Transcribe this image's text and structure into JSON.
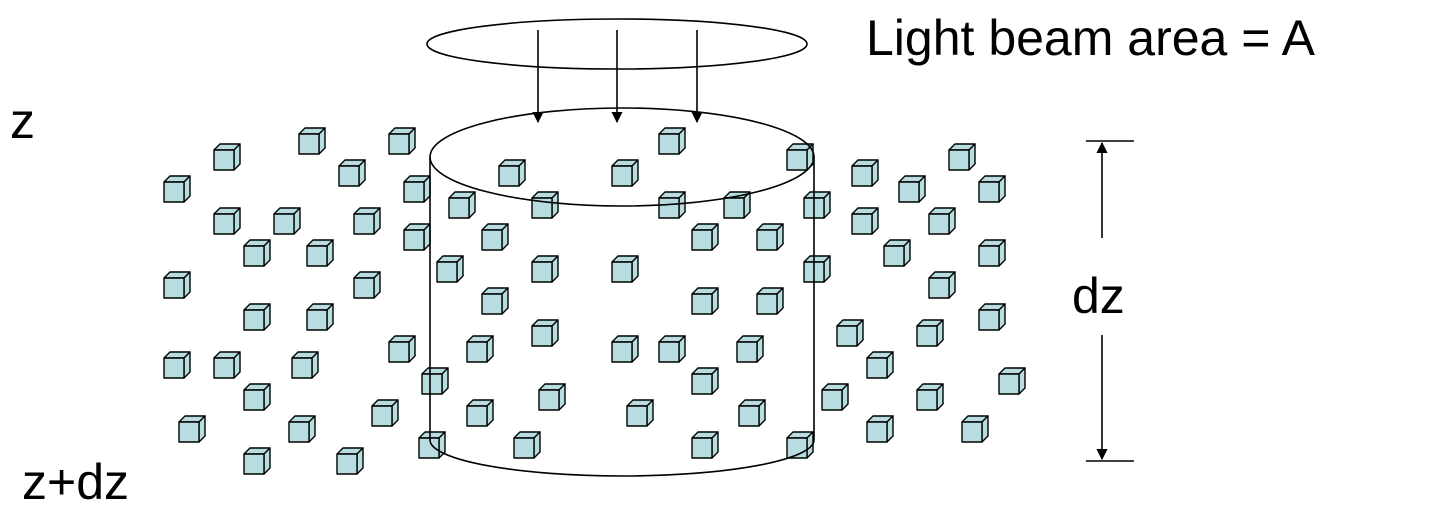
{
  "labels": {
    "beam_area": "Light beam area = A",
    "z_top": "z",
    "z_bottom": "z+dz",
    "thickness": "dz"
  },
  "colors": {
    "particle_fill": "#b8dde0",
    "particle_stroke": "#000000",
    "line": "#000000",
    "background": "#ffffff"
  },
  "diagram": {
    "description_free": true,
    "particle_shape": "cube",
    "beam_arrow_count": 3
  }
}
